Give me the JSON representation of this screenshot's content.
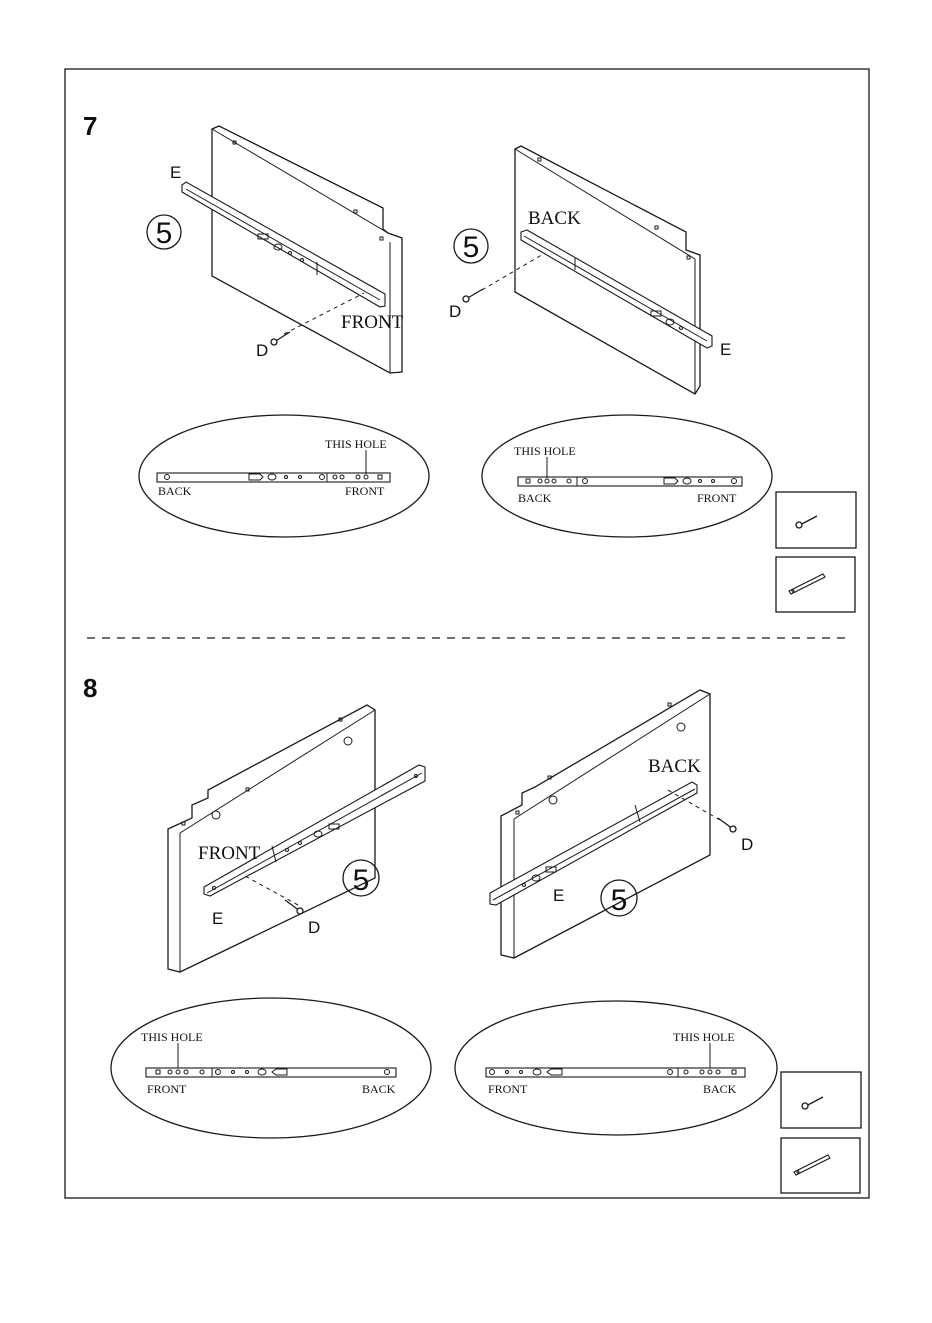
{
  "steps": [
    {
      "number": "7",
      "left": {
        "part_number": "5",
        "rail_label": "E",
        "screw_label": "D",
        "face_label": "FRONT"
      },
      "right": {
        "part_number": "5",
        "rail_label": "E",
        "screw_label": "D",
        "face_label": "BACK"
      },
      "detail_left": {
        "hole_label": "THIS HOLE",
        "end_left": "BACK",
        "end_right": "FRONT"
      },
      "detail_right": {
        "hole_label": "THIS HOLE",
        "end_left": "BACK",
        "end_right": "FRONT"
      },
      "parts_icons": [
        "screw-icon",
        "drawer-rail-icon"
      ]
    },
    {
      "number": "8",
      "left": {
        "part_number": "5",
        "rail_label": "E",
        "screw_label": "D",
        "face_label": "FRONT"
      },
      "right": {
        "part_number": "5",
        "rail_label": "E",
        "screw_label": "D",
        "face_label": "BACK"
      },
      "detail_left": {
        "hole_label": "THIS HOLE",
        "end_left": "FRONT",
        "end_right": "BACK"
      },
      "detail_right": {
        "hole_label": "THIS HOLE",
        "end_left": "FRONT",
        "end_right": "BACK"
      },
      "parts_icons": [
        "screw-icon",
        "drawer-rail-icon"
      ]
    }
  ]
}
